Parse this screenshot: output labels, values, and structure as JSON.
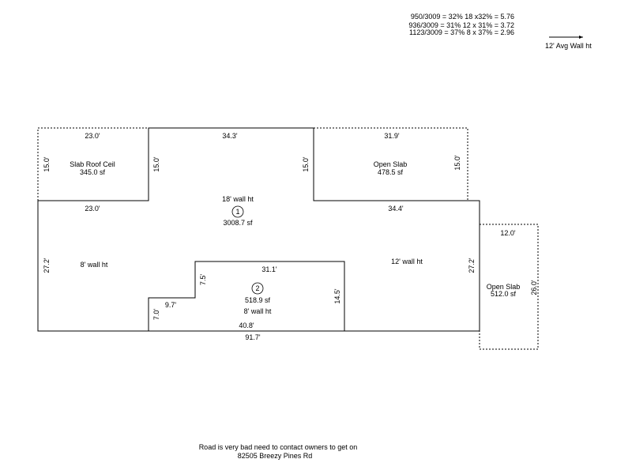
{
  "calc": {
    "lines": [
      "950/3009 = 32%   18 x32% = 5.76",
      "936/3009 = 31%   12 x 31% = 3.72",
      "1123/3009 = 37%     8 x 37% = 2.96"
    ],
    "avg_wall": "12' Avg Wall ht"
  },
  "labels": {
    "left_slab_top": "23.0'",
    "left_slab_side": "15.0'",
    "left_slab_name": "Slab Roof Ceil",
    "left_slab_area": "345.0 sf",
    "main_top": "34.3'",
    "main_inner_left": "15.0'",
    "main_inner_right": "15.0'",
    "right_slab_top": "31.9'",
    "right_slab_name": "Open Slab",
    "right_slab_area": "478.5 sf",
    "right_slab_side": "15.0'",
    "main_wall": "18' wall ht",
    "main_num": "1",
    "main_area": "3008.7 sf",
    "main_left_step": "23.0'",
    "main_right_step": "34.4'",
    "left_height": "27.2'",
    "left_wall": "8' wall ht",
    "right_wall": "12' wall ht",
    "right_height": "27.2'",
    "far_slab_top": "12.0'",
    "far_slab_name": "Open Slab",
    "far_slab_area": "512.0 sf",
    "far_slab_side": "26.0'",
    "sub_top": "31.1'",
    "sub_left_upper": "7.5'",
    "sub_num": "2",
    "sub_area": "518.9 sf",
    "sub_wall": "8' wall ht",
    "sub_left_lower": "7.0'",
    "sub_step": "9.7'",
    "sub_right": "14.5'",
    "sub_bottom": "40.8'",
    "total_bottom": "91.7'"
  },
  "notes": {
    "line1": "Road is very bad need to contact owners to get on",
    "line2": "82505 Breezy Pines Rd"
  }
}
